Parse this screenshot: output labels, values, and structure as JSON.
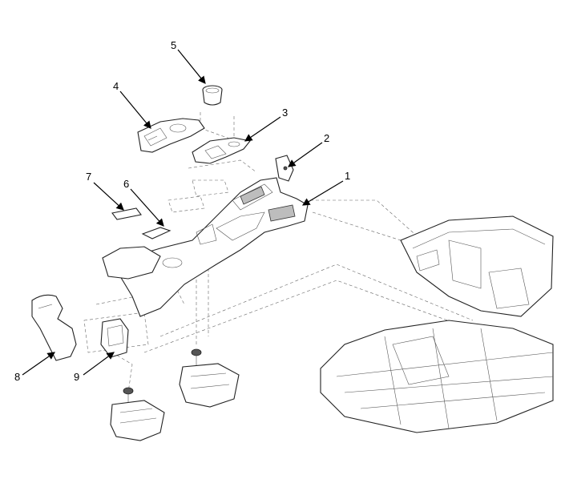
{
  "callouts": [
    {
      "id": "1",
      "label": "1"
    },
    {
      "id": "2",
      "label": "2"
    },
    {
      "id": "3",
      "label": "3"
    },
    {
      "id": "4",
      "label": "4"
    },
    {
      "id": "5",
      "label": "5"
    },
    {
      "id": "6",
      "label": "6"
    },
    {
      "id": "7",
      "label": "7"
    },
    {
      "id": "8",
      "label": "8"
    },
    {
      "id": "9",
      "label": "9"
    }
  ],
  "icons": {
    "arrow": "arrow-icon"
  }
}
